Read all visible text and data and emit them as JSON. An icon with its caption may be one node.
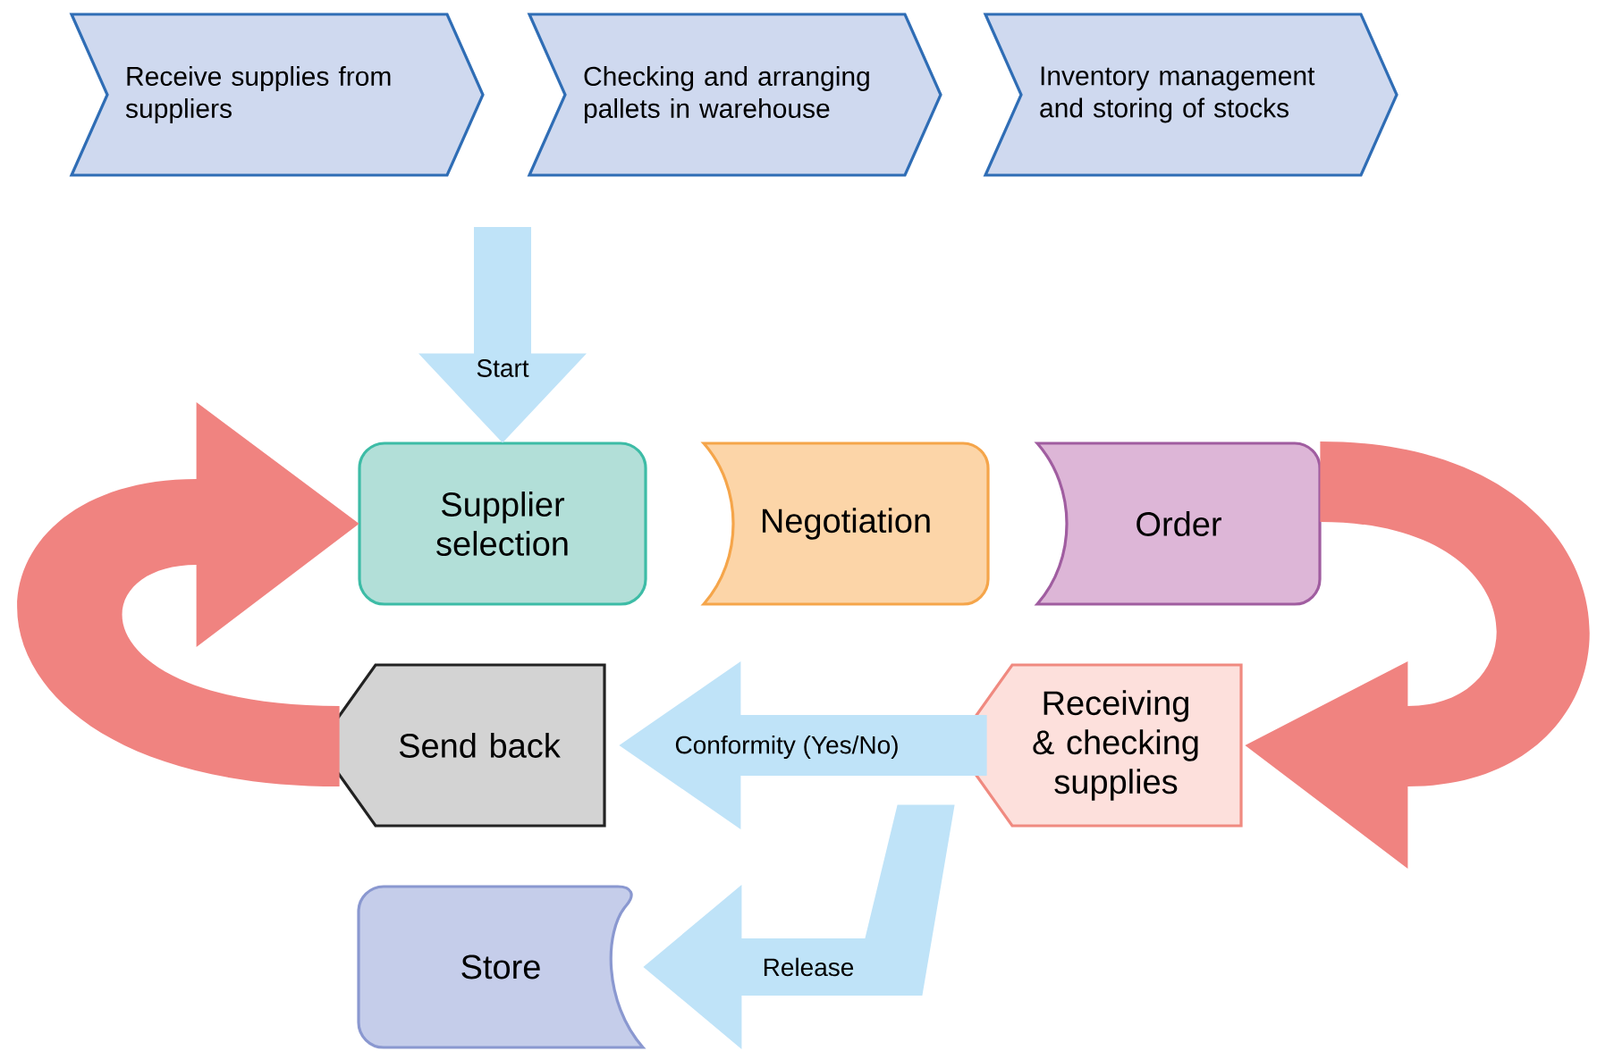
{
  "diagram": {
    "nodes": [
      {
        "text": [
          "Receive supplies from suppliers"
        ]
      },
      {
        "text": [
          "Checking and arranging pallets in warehouse"
        ]
      },
      {
        "text": [
          "Inventory management and storing of stocks"
        ]
      },
      {
        "text": [
          "Supplier selection"
        ]
      },
      {
        "text": [
          "Negotiation"
        ]
      },
      {
        "text": [
          "Order"
        ]
      },
      {
        "text": [
          "Receiving & checking supplies"
        ]
      },
      {
        "text": [
          "Send back"
        ]
      },
      {
        "text": [
          "Store"
        ]
      }
    ],
    "edges": [
      {
        "from": null,
        "to": 3,
        "arrow": "to",
        "label": "Start",
        "color": "#bfe3f8"
      },
      {
        "from": 6,
        "to": 7,
        "arrow": "to",
        "label": "Conformity (Yes/No)",
        "color": "#bfe3f8"
      },
      {
        "from": 6,
        "to": 8,
        "arrow": "to",
        "label": "Release",
        "color": "#bfe3f8"
      },
      {
        "from": 5,
        "to": 6,
        "arrow": "to",
        "color": "#f08380"
      },
      {
        "from": 7,
        "to": 3,
        "arrow": "to",
        "color": "#f08380"
      }
    ]
  }
}
